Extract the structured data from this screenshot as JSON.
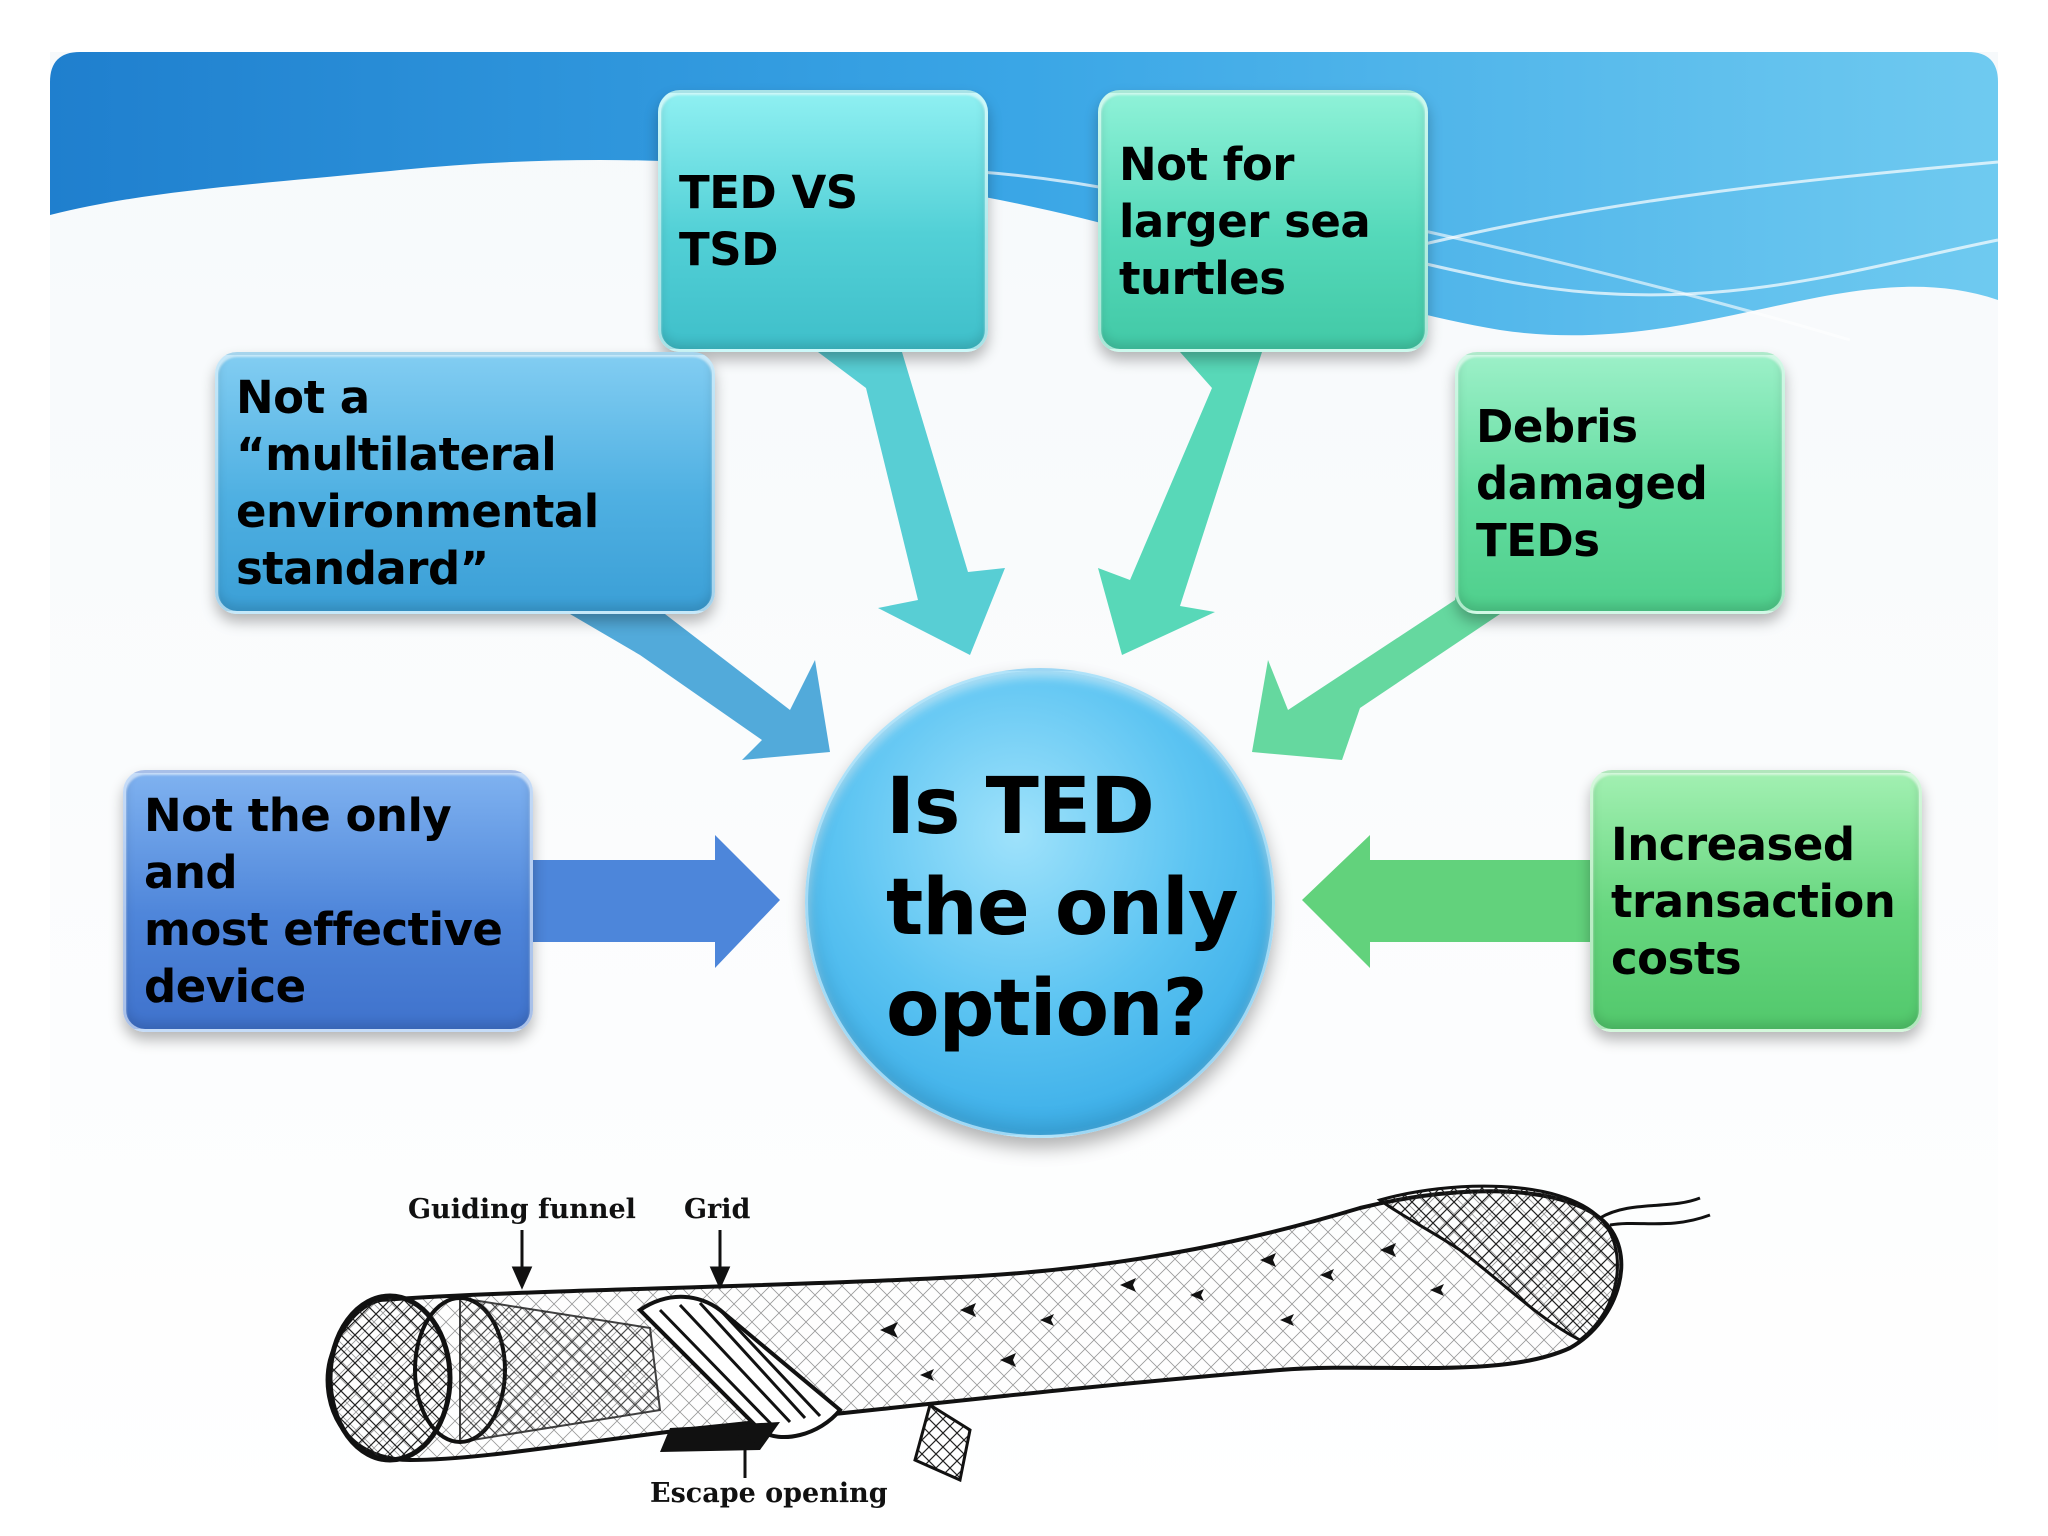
{
  "diagram": {
    "center_question": "Is TED\nthe only\noption?",
    "boxes": {
      "ted_vs_tsd": "TED VS TSD",
      "larger_turtles": "Not for\nlarger sea\nturtles",
      "multilateral": "Not a “multilateral\nenvironmental\nstandard”",
      "debris": "Debris\ndamaged\nTEDs",
      "not_only": "Not the only and\nmost effective\ndevice",
      "transaction": "Increased\ntransaction\ncosts"
    }
  },
  "figure": {
    "guiding_funnel": "Guiding funnel",
    "grid": "Grid",
    "escape_opening": "Escape opening"
  },
  "colors": {
    "header_blue": "#2b8fd8",
    "arrow_teal": "#4fcbd2",
    "arrow_sea": "#4fd6b4",
    "arrow_blue": "#49a5d8",
    "arrow_green": "#5dd69a",
    "arrow_royal": "#4d86da",
    "arrow_lime": "#62d27c",
    "center_blue": "#4fbcef"
  }
}
